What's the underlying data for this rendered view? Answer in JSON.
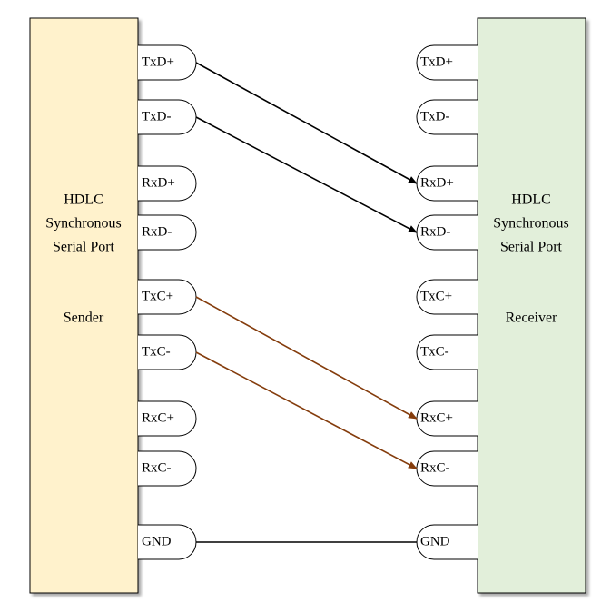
{
  "sender": {
    "lines": [
      "HDLC",
      "Synchronous",
      "Serial Port",
      "",
      "Sender"
    ],
    "fill": "#FFF2CC",
    "pins": [
      "TxD+",
      "TxD-",
      "RxD+",
      "RxD-",
      "TxC+",
      "TxC-",
      "RxC+",
      "RxC-",
      "GND"
    ]
  },
  "receiver": {
    "lines": [
      "HDLC",
      "Synchronous",
      "Serial Port",
      "",
      "Receiver"
    ],
    "fill": "#E2EFDA",
    "pins": [
      "TxD+",
      "TxD-",
      "RxD+",
      "RxD-",
      "TxC+",
      "TxC-",
      "RxC+",
      "RxC-",
      "GND"
    ]
  },
  "connections": [
    {
      "from": "TxD+",
      "to": "RxD+",
      "color": "#000000",
      "arrow": true
    },
    {
      "from": "TxD-",
      "to": "RxD-",
      "color": "#000000",
      "arrow": true
    },
    {
      "from": "TxC+",
      "to": "RxC+",
      "color": "#843C0C",
      "arrow": true
    },
    {
      "from": "TxC-",
      "to": "RxC-",
      "color": "#843C0C",
      "arrow": true
    },
    {
      "from": "GND",
      "to": "GND",
      "color": "#000000",
      "arrow": false
    }
  ]
}
